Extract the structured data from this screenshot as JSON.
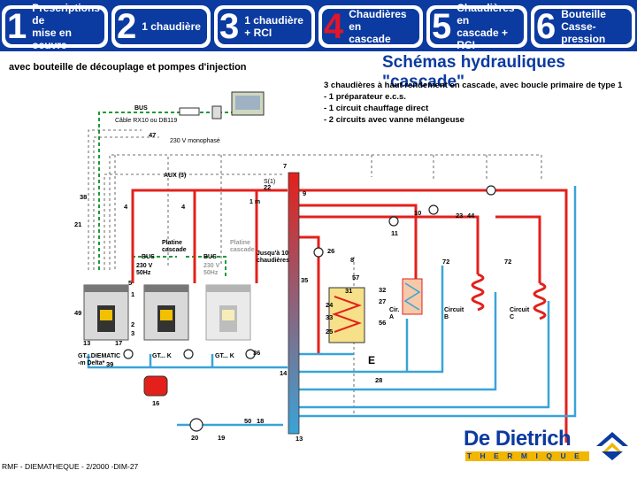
{
  "tabs": [
    {
      "num": "1",
      "label": "Prescriptions de\nmise en oeuvre"
    },
    {
      "num": "2",
      "label": "1 chaudière"
    },
    {
      "num": "3",
      "label": "1 chaudière\n+ RCI"
    },
    {
      "num": "4",
      "label": "Chaudières en\ncascade",
      "active": true
    },
    {
      "num": "5",
      "label": "Chaudières en\ncascade + RCI"
    },
    {
      "num": "6",
      "label": "Bouteille\nCasse-pression"
    }
  ],
  "header": {
    "subtitle": "avec bouteille de découplage et pompes d'injection",
    "title": "Schémas hydrauliques \"cascade\""
  },
  "description": {
    "intro": "3 chaudières à haut rendement en cascade, avec boucle primaire de type 1",
    "items": [
      "- 1 préparateur e.c.s.",
      "- 1 circuit chauffage direct",
      "- 2 circuits avec vanne mélangeuse"
    ]
  },
  "diagram": {
    "bus_label": "BUS",
    "cable_label": "Câble RX10 ou DB119",
    "power_label": "230 V monophasé",
    "aux_label": "AUX (3)",
    "platine_label": "Platine\ncascade",
    "platine_label_2": "Platine\ncascade",
    "volt_label": "230 V\n50Hz",
    "up_to": "Jusqu'à 10\nchaudières",
    "one_m": "1 m",
    "s_label": "S(1)",
    "boilers": [
      "GT...DIEMATIC\n-m Delta*",
      "GT... K",
      "GT... K"
    ],
    "circuit_a": "Cir.\nA",
    "circuit_b": "Circuit\nB",
    "circuit_c": "Circuit\nC",
    "e_label": "E",
    "numbers": {
      "n1": "1",
      "n2": "2",
      "n3": "3",
      "n4": "4",
      "n5": "5",
      "n7": "7",
      "n8": "8",
      "n9": "9",
      "n10": "10",
      "n11": "11",
      "n13": "13",
      "n14": "14",
      "n16": "16",
      "n17": "17",
      "n18": "18",
      "n19": "19",
      "n20": "20",
      "n21": "21",
      "n22": "22",
      "n23": "23",
      "n24": "24",
      "n25": "25",
      "n26": "26",
      "n27": "27",
      "n28": "28",
      "n31": "31",
      "n32": "32",
      "n33": "33",
      "n35": "35",
      "n36": "36",
      "n38": "38",
      "n39": "39",
      "n44": "44",
      "n47": "47",
      "n49": "49",
      "n50": "50",
      "n56": "56",
      "n57": "57",
      "n72": "72"
    }
  },
  "footer": "RMF - DIEMATHEQUE -  2/2000 -DIM-27",
  "logo": {
    "name": "De Dietrich",
    "sub": "THERMIQUE"
  },
  "colors": {
    "tab_blue": "#0b3aa0",
    "active_num": "#e0162b",
    "hot": "#e3201b",
    "cold": "#3aa3d8",
    "bus": "#1c9a3a",
    "logo_band": "#f2b600"
  }
}
